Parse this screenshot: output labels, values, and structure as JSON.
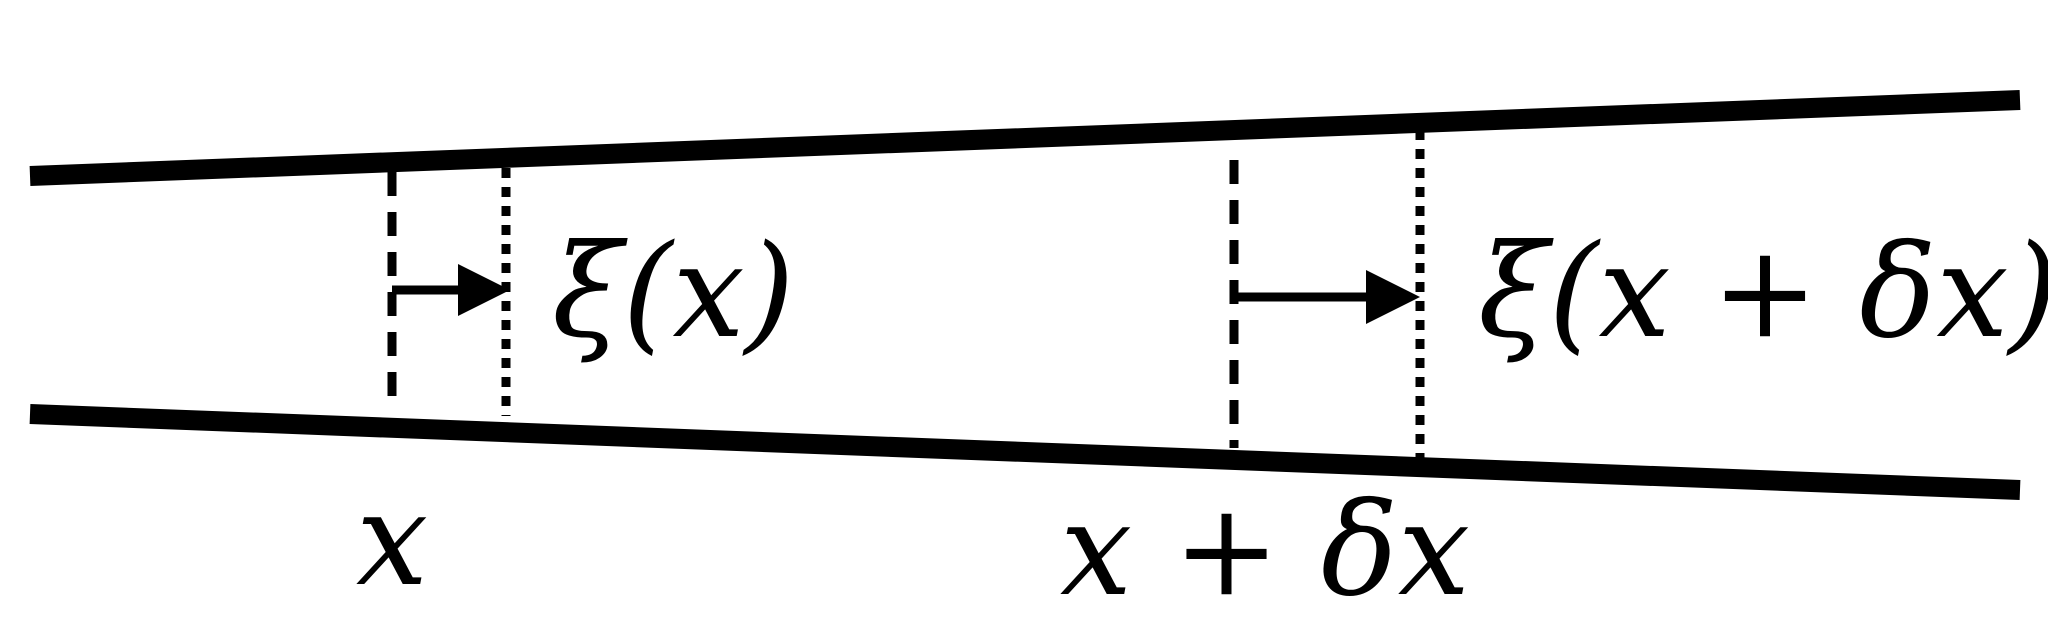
{
  "labels": {
    "xi_x": "ξ(x)",
    "xi_x_dx": "ξ(x + δx)",
    "x": "x",
    "x_dx": "x + δx"
  },
  "colors": {
    "ink": "#000000",
    "background": "#ffffff"
  }
}
